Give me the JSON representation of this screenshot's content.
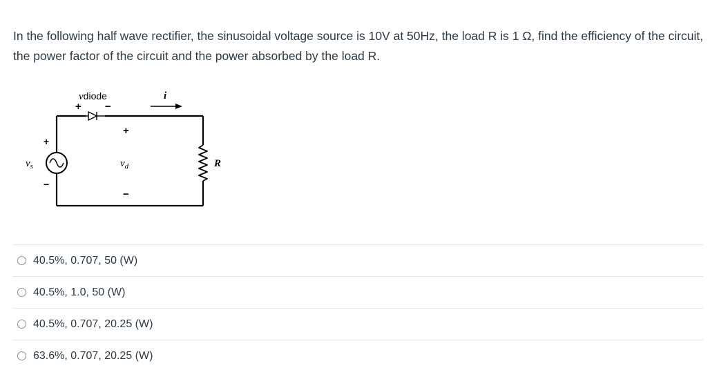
{
  "question": {
    "text": "In the following half wave rectifier, the sinusoidal voltage source is 10V at 50Hz, the load R is 1 Ω, find the efficiency of the circuit, the power factor of the circuit and the power absorbed by the load R."
  },
  "circuit": {
    "diode_voltage_label": "v",
    "diode_voltage_sub": "diode",
    "diode_plus": "+",
    "diode_minus": "−",
    "current_label": "i",
    "source_label": "v",
    "source_sub": "s",
    "source_plus": "+",
    "source_minus": "−",
    "load_voltage_label": "v",
    "load_voltage_sub": "d",
    "load_plus": "+",
    "load_minus": "−",
    "resistor_label": "R"
  },
  "answers": [
    {
      "label": "40.5%, 0.707, 50 (W)"
    },
    {
      "label": "40.5%, 1.0, 50 (W)"
    },
    {
      "label": "40.5%, 0.707, 20.25 (W)"
    },
    {
      "label": "63.6%, 0.707, 20.25 (W)"
    }
  ]
}
